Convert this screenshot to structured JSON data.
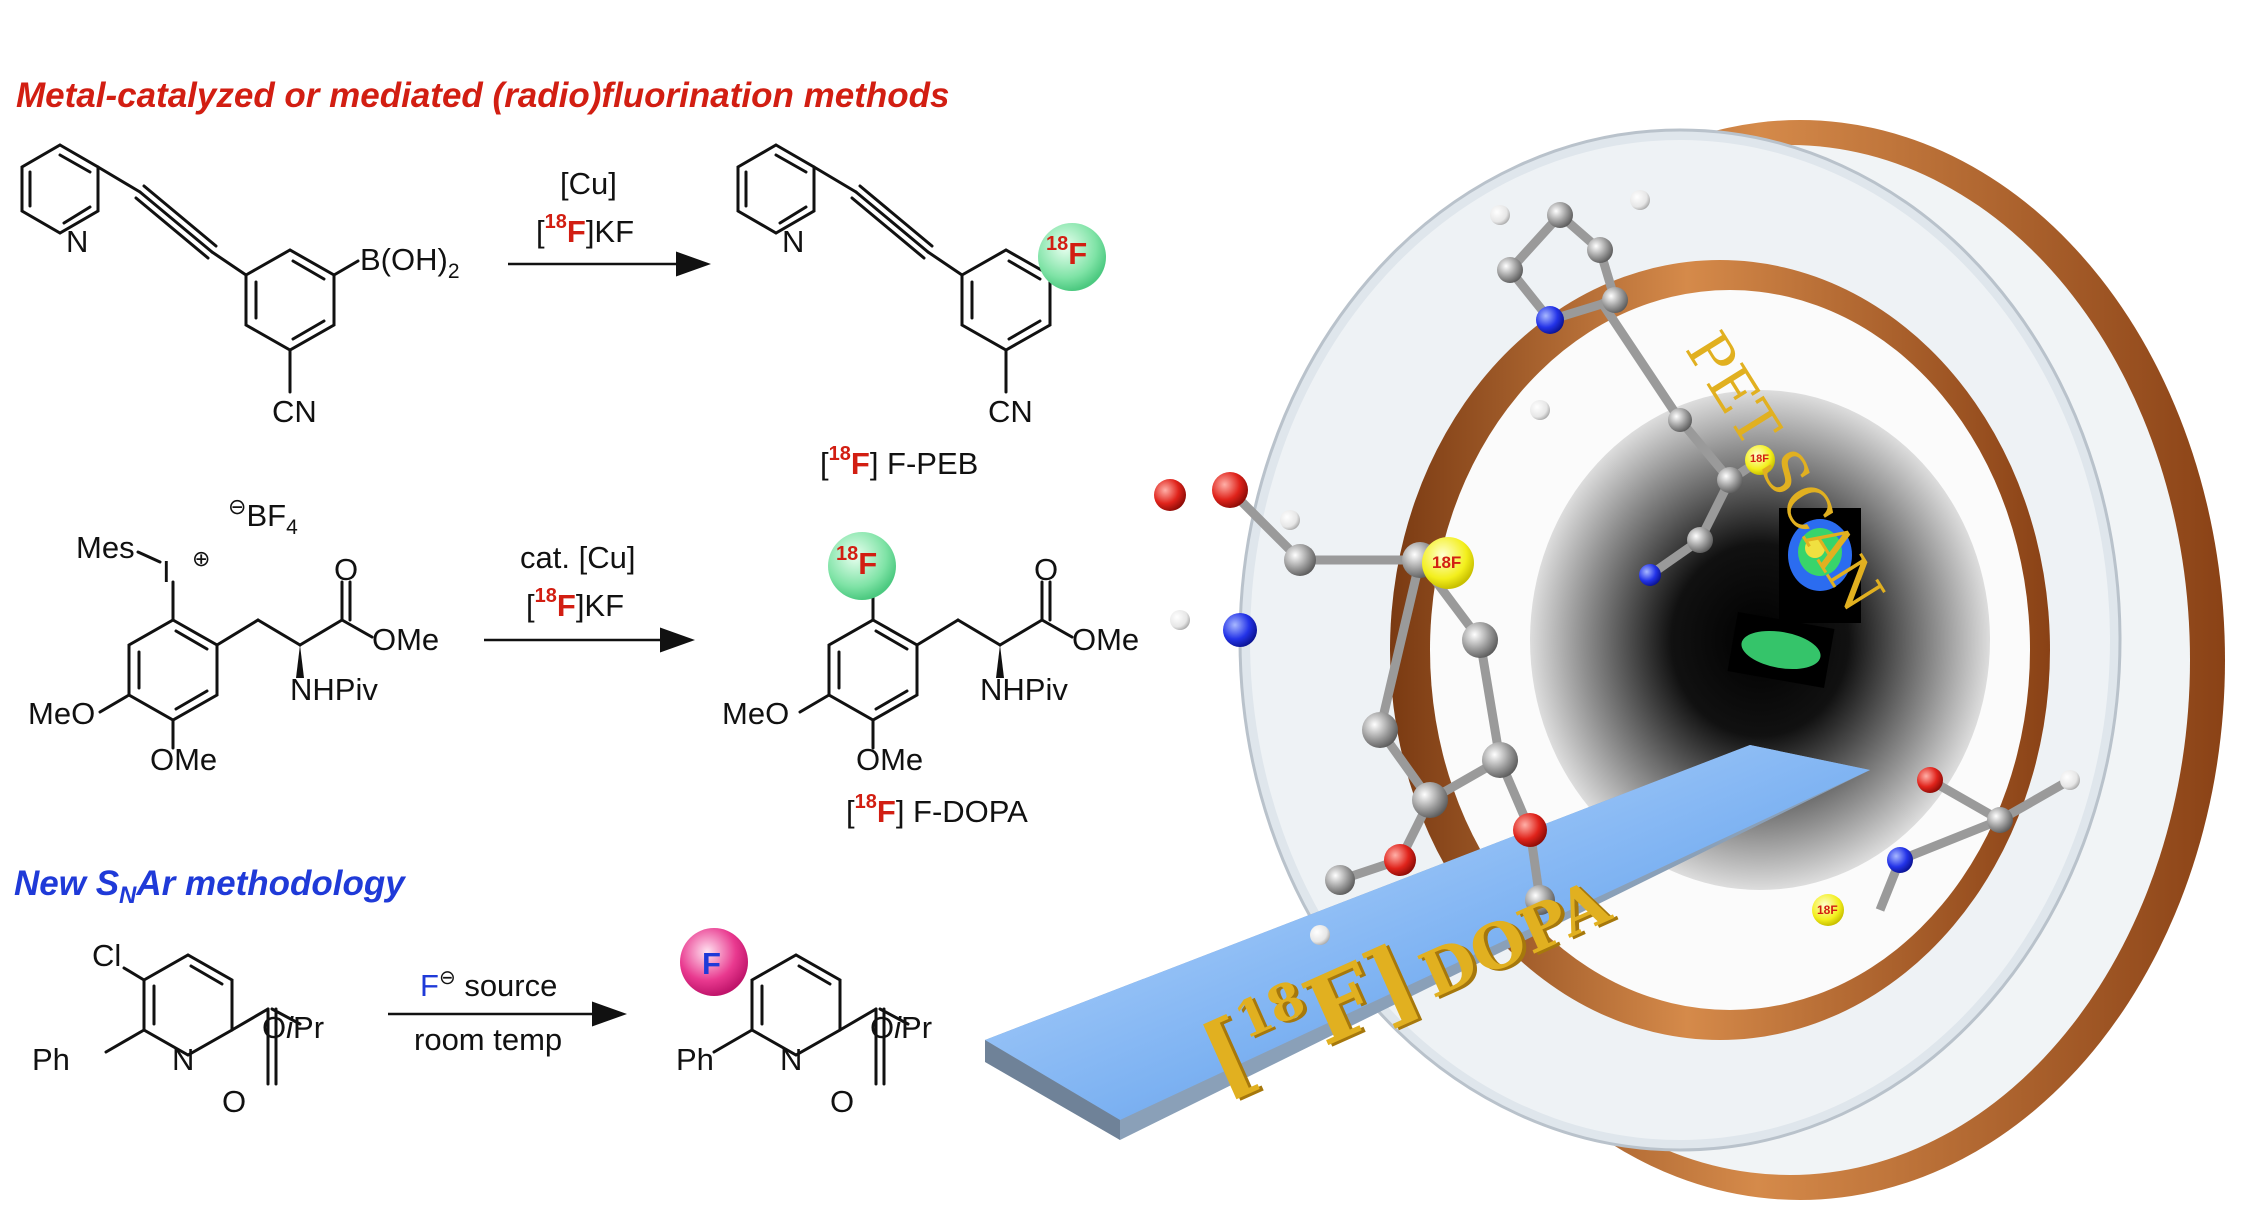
{
  "section1_title": "Metal-catalyzed or mediated (radio)fluorination methods",
  "section2_title_pre": "New S",
  "section2_title_sub": "N",
  "section2_title_post": "Ar methodology",
  "colors": {
    "red": "#d21e12",
    "blue": "#1f3ad8",
    "copper": "#b5651d",
    "gold": "#e1b020"
  },
  "r1": {
    "reagent1": "[Cu]",
    "reagent2_pre": "[",
    "reagent2_sup": "18",
    "reagent2_f": "F",
    "reagent2_post": "]KF",
    "sm_N": "N",
    "sm_boron": "B(OH)",
    "sm_boron_sub": "2",
    "sm_cn": "CN",
    "p_N": "N",
    "p_cn": "CN",
    "p_badge_sup": "18",
    "p_badge_f": "F",
    "p_name_pre": "[",
    "p_name_sup": "18",
    "p_name_f": "F",
    "p_name_post": "] F-PEB"
  },
  "r2": {
    "reagent1": "cat. [Cu]",
    "reagent2_pre": "[",
    "reagent2_sup": "18",
    "reagent2_f": "F",
    "reagent2_post": "]KF",
    "sm_bf4": "BF",
    "sm_bf4_sub": "4",
    "sm_mes": "Mes",
    "sm_i": "I",
    "sm_o": "O",
    "sm_ome_ester": "OMe",
    "sm_nhpiv": "NHPiv",
    "sm_meo": "MeO",
    "sm_ome": "OMe",
    "p_badge_sup": "18",
    "p_badge_f": "F",
    "p_o": "O",
    "p_ome_ester": "OMe",
    "p_nhpiv": "NHPiv",
    "p_meo": "MeO",
    "p_ome": "OMe",
    "p_name_pre": "[",
    "p_name_sup": "18",
    "p_name_f": "F",
    "p_name_post": "] F-DOPA"
  },
  "r3": {
    "reagent1_f": "F",
    "reagent1_post": " source",
    "reagent2": "room temp",
    "sm_cl": "Cl",
    "sm_ph": "Ph",
    "sm_n": "N",
    "sm_o_ester": "O",
    "sm_ipr_i": "i",
    "sm_ipr": "Pr",
    "sm_o": "O",
    "p_badge_f": "F",
    "p_ph": "Ph",
    "p_n": "N",
    "p_o_ester": "O",
    "p_ipr_i": "i",
    "p_ipr": "Pr",
    "p_o": "O"
  },
  "scanner": {
    "label": "PET SCAN",
    "bed_label_pre": "[",
    "bed_label_sup": "18",
    "bed_label_f": "F]",
    "bed_label_post": "DOPA",
    "atom_badge": "18F"
  }
}
